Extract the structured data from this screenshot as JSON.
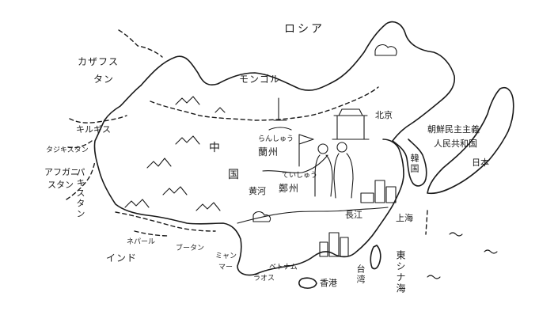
{
  "map": {
    "labels": {
      "russia": "ロシア",
      "kazakhstan_1": "カザフス",
      "kazakhstan_2": "タン",
      "mongolia": "モンゴル",
      "kyrgyzstan": "キルギス",
      "tajikistan": "タジキスタン",
      "afghanistan_1": "アフガニ",
      "afghanistan_2": "スタン",
      "pakistan": "パキスタン",
      "china_1": "中",
      "china_2": "国",
      "beijing": "北京",
      "lanzhou": "蘭州",
      "lanzhou_ruby": "らんしゅう",
      "yellow_river": "黄河",
      "zhengzhou": "鄭州",
      "zhengzhou_ruby": "ていしゅう",
      "north_korea_1": "朝鮮民主主義",
      "north_korea_2": "人民共和国",
      "south_korea": "韓国",
      "japan": "日本",
      "nepal": "ネパール",
      "bhutan": "ブータン",
      "india": "インド",
      "myanmar_1": "ミャン",
      "myanmar_2": "マー",
      "laos": "ラオス",
      "vietnam": "ベトナム",
      "yangtze": "長江",
      "shanghai": "上海",
      "hong_kong": "香港",
      "taiwan": "台湾",
      "east_china_sea": "東シナ海"
    }
  }
}
